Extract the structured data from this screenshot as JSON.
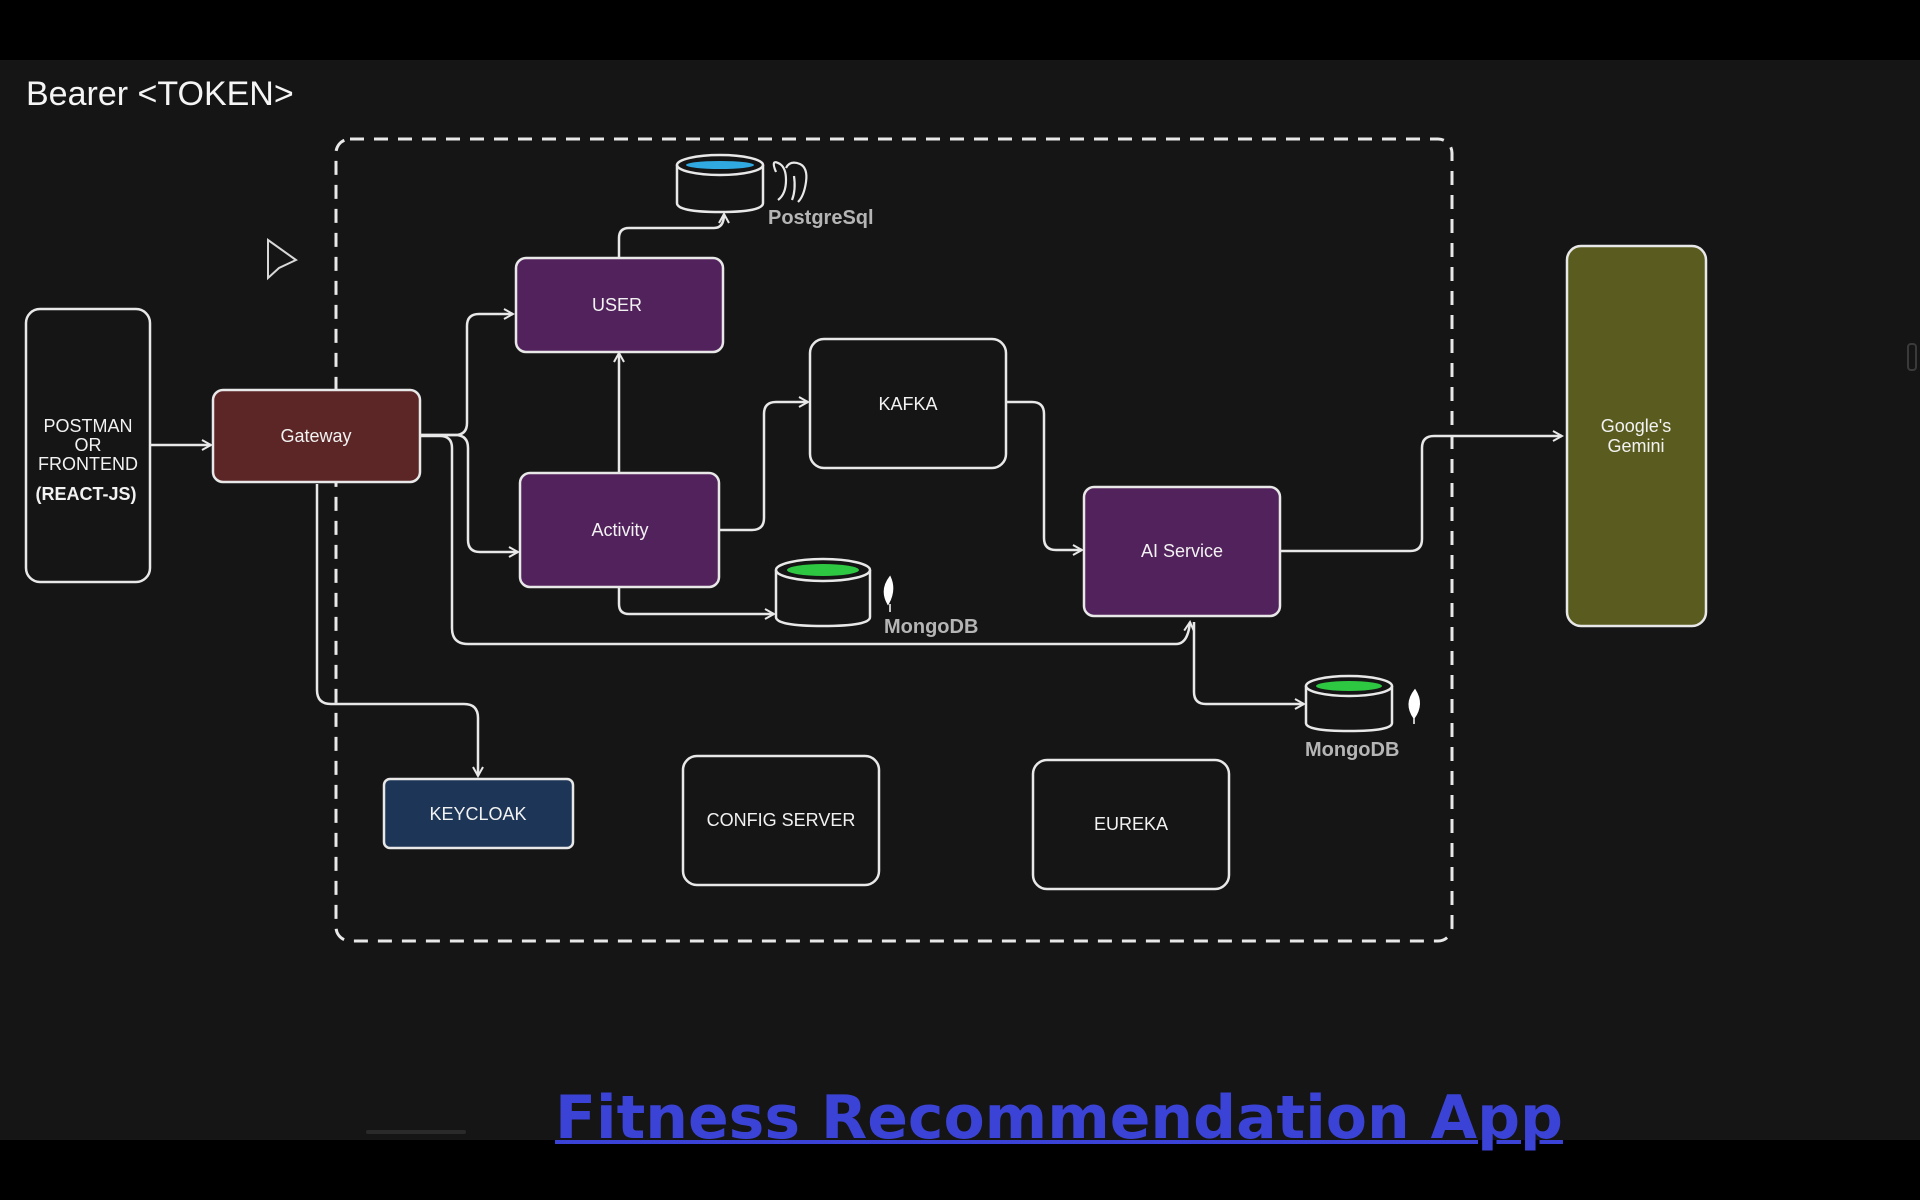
{
  "header": {
    "token_label": "Bearer <TOKEN>"
  },
  "nodes": {
    "client": {
      "line1": "POSTMAN",
      "line2": "OR",
      "line3": "FRONTEND",
      "line4": "(REACT-JS)"
    },
    "gateway": {
      "label": "Gateway"
    },
    "user": {
      "label": "USER"
    },
    "activity": {
      "label": "Activity"
    },
    "kafka": {
      "label": "KAFKA"
    },
    "ai_service": {
      "label": "AI Service"
    },
    "gemini": {
      "line1": "Google's",
      "line2": "Gemini"
    },
    "keycloak": {
      "label": "KEYCLOAK"
    },
    "config_server": {
      "label": "CONFIG SERVER"
    },
    "eureka": {
      "label": "EUREKA"
    }
  },
  "databases": {
    "postgres": {
      "label": "PostgreSql"
    },
    "mongo_activity": {
      "label": "MongoDB"
    },
    "mongo_ai": {
      "label": "MongoDB"
    }
  },
  "footer": {
    "title": "Fitness Recommendation App"
  },
  "colors": {
    "gateway_fill": "#5c2626",
    "service_fill": "#52225c",
    "keycloak_fill": "#1d3556",
    "gemini_fill": "#5a5c1f",
    "stroke": "#e8e8e8",
    "postgres_accent": "#2fa9e0",
    "mongo_accent": "#2ec742",
    "footer_text": "#3a43d6"
  }
}
